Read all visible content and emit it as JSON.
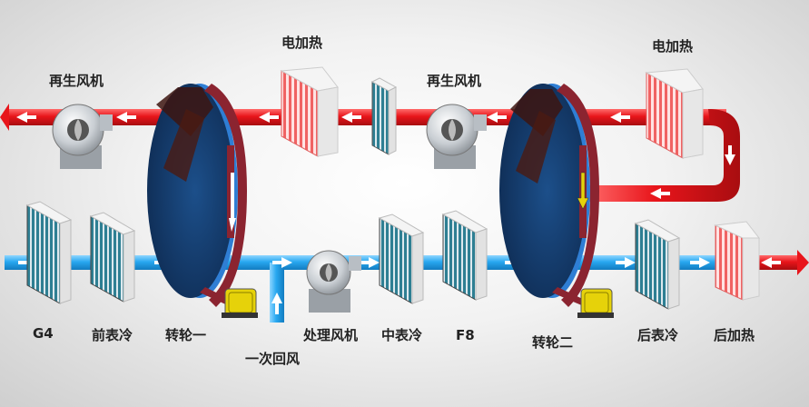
{
  "labels": {
    "elec_heat_1": "电加热",
    "elec_heat_2": "电加热",
    "regen_fan_1": "再生风机",
    "regen_fan_2": "再生风机",
    "g4": "G4",
    "pre_cool": "前表冷",
    "wheel_1": "转轮一",
    "return_air": "一次回风",
    "process_fan": "处理风机",
    "mid_cool": "中表冷",
    "f8": "F8",
    "wheel_2": "转轮二",
    "post_cool": "后表冷",
    "post_heat": "后加热"
  },
  "colors": {
    "regen_duct": "#e8151b",
    "process_duct": "#28a8f0",
    "wheel_face": "#133a6a",
    "wheel_rim": "#2f7ed4",
    "belt": "#8b2430",
    "motor": "#e6d20a",
    "heater": "#f26a6a",
    "coil": "#2f8fa0"
  }
}
